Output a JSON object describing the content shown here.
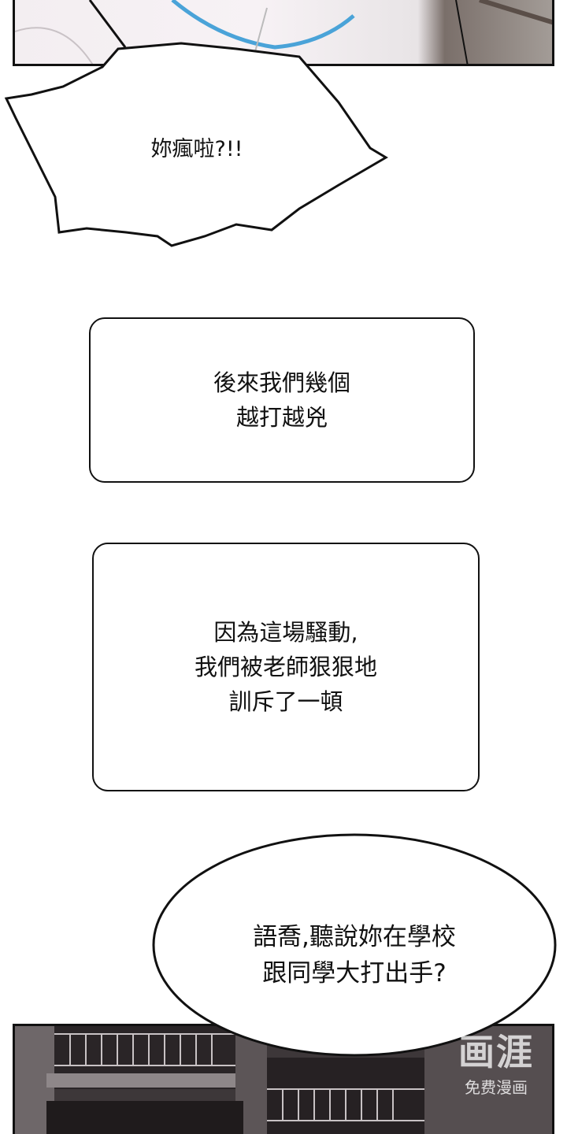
{
  "bubble1": {
    "text": "妳瘋啦?!!"
  },
  "narration1": {
    "lines": [
      "後來我們幾個",
      "越打越兇"
    ]
  },
  "narration2": {
    "lines": [
      "因為這場騷動,",
      "我們被老師狠狠地",
      "訓斥了一頓"
    ]
  },
  "bubble2": {
    "lines": [
      "語喬,聽說妳在學校",
      "跟同學大打出手?"
    ]
  },
  "watermark": {
    "main": "画涯",
    "sub": "免费漫画"
  }
}
